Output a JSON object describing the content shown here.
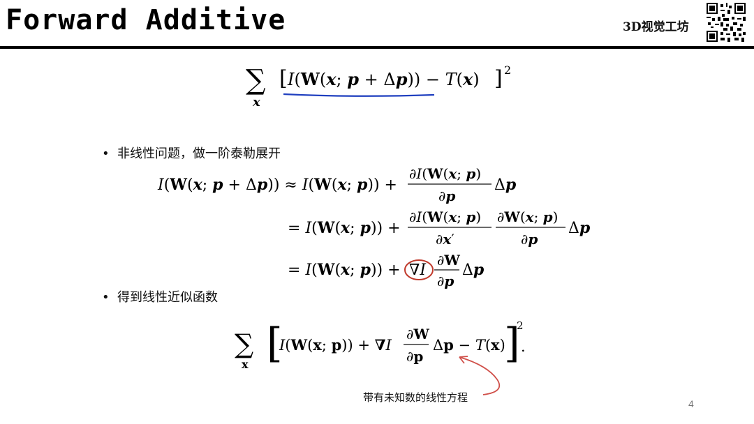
{
  "header": {
    "title": "Forward Additive",
    "brand": "3D视觉工坊"
  },
  "bullets": [
    "非线性问题，做一阶泰勒展开",
    "得到线性近似函数"
  ],
  "annotation": "带有未知数的线性方程",
  "page_number": "4",
  "colors": {
    "underline": "#1f3fbf",
    "circle": "#c0392b",
    "arrow": "#d0504a"
  }
}
